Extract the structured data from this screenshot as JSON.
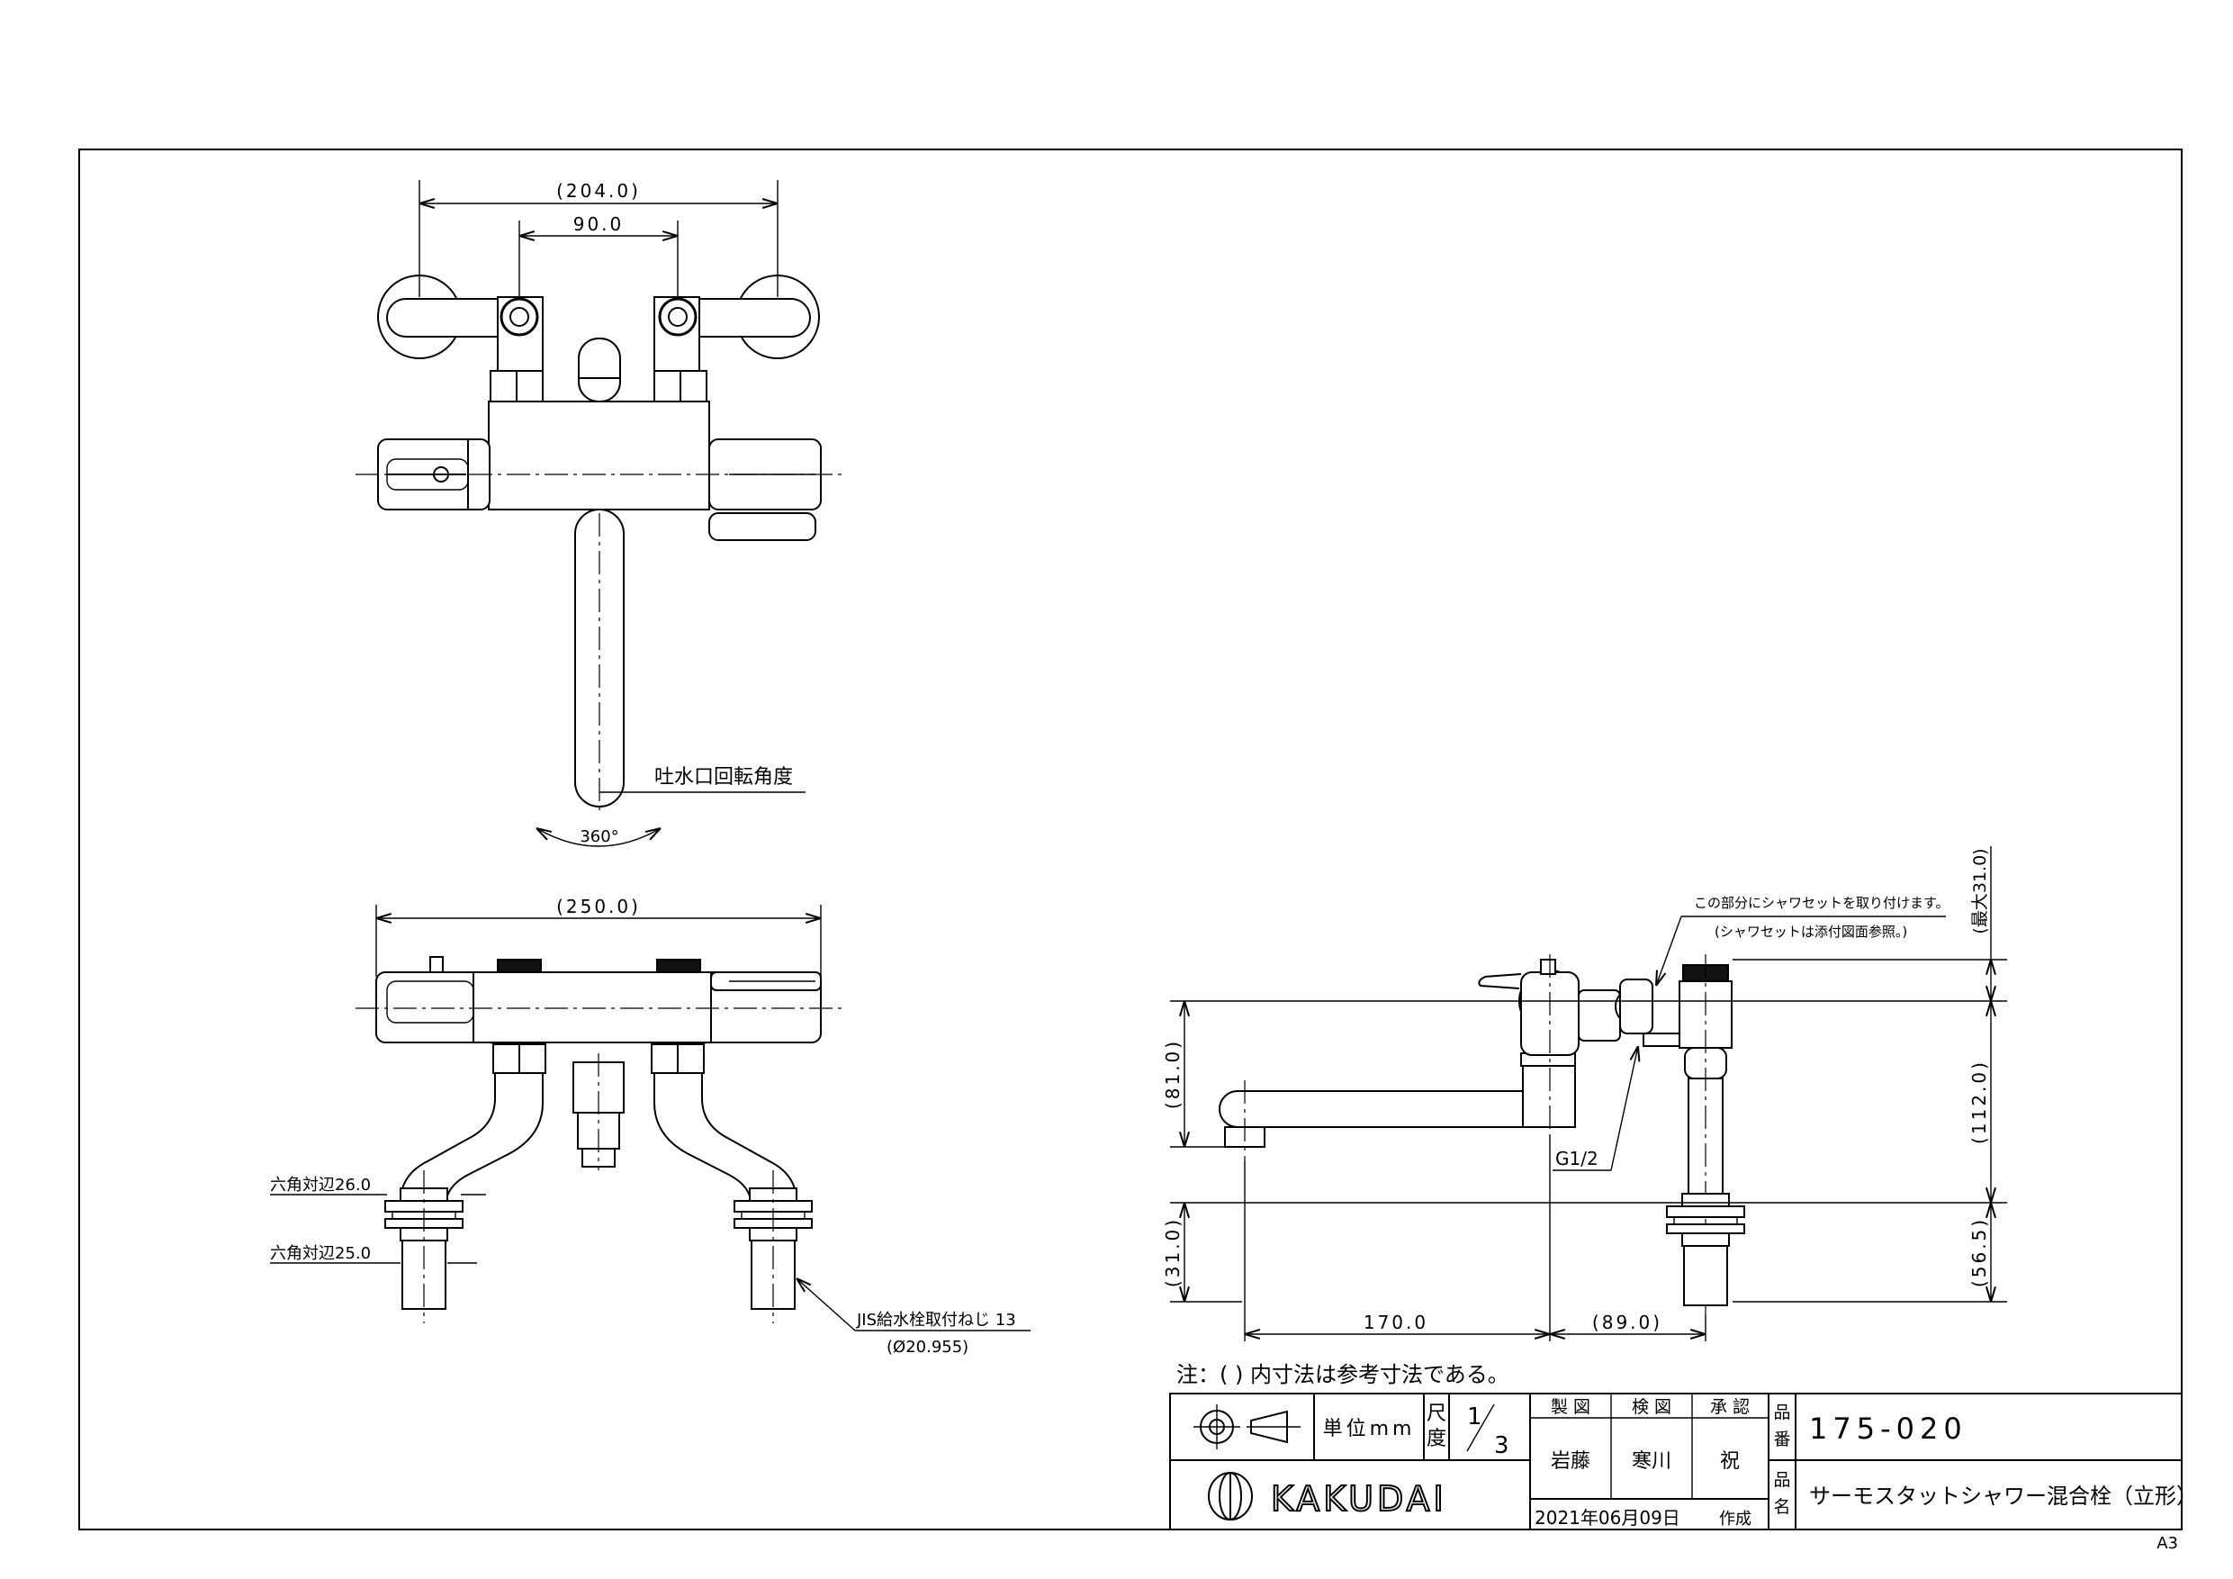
{
  "dimensions": {
    "top_overall": "(204.0)",
    "top_pitch": "90.0",
    "front_overall": "(250.0)",
    "side_spout_length": "170.0",
    "side_shower_offset": "(89.0)",
    "side_height_81": "(81.0)",
    "side_height_31": "(31.0)",
    "side_height_112": "(112.0)",
    "side_height_56": "(56.5)",
    "side_max_31": "(最大31.0)",
    "rotation_angle": "360°"
  },
  "labels": {
    "spout_rotation": "吐水口回転角度",
    "hex_26": "六角対辺26.0",
    "hex_25": "六角対辺25.0",
    "jis_thread": "JIS給水栓取付ねじ 13",
    "jis_diameter": "(Ø20.955)",
    "g_thread": "G1/2",
    "shower_note_1": "この部分にシャワセットを取り付けます。",
    "shower_note_2": "(シャワセットは添付図面参照。)",
    "note": "注：( ) 内寸法は参考寸法である。"
  },
  "title_block": {
    "unit_label": "単位mm",
    "scale_label_1": "尺",
    "scale_label_2": "度",
    "scale_num": "1",
    "scale_den": "3",
    "drawn_label": "製 図",
    "checked_label": "検 図",
    "approved_label": "承 認",
    "drawn_by": "岩藤",
    "checked_by": "寒川",
    "approved_by": "祝",
    "part_no_label_1": "品",
    "part_no_label_2": "番",
    "part_no": "175-020",
    "part_name_label_1": "品",
    "part_name_label_2": "名",
    "part_name": "サーモスタットシャワー混合栓（立形）",
    "company": "KAKUDAI",
    "date": "2021年06月09日",
    "created": "作成",
    "sheet_size": "A3"
  }
}
